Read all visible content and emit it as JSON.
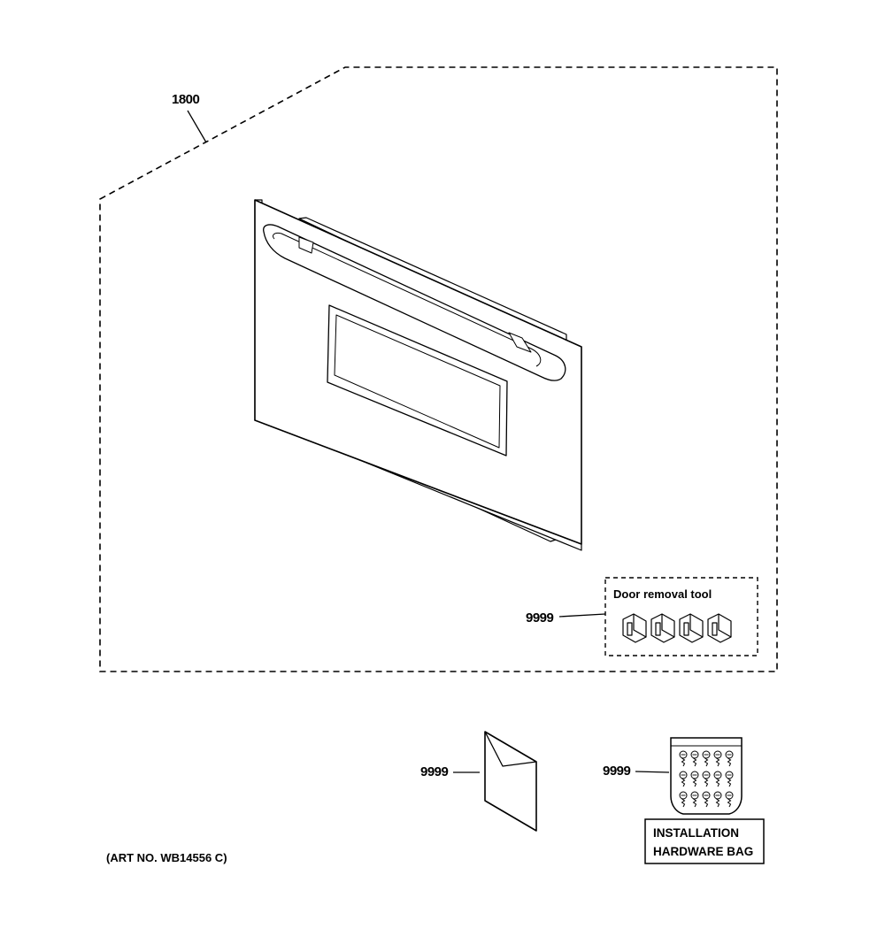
{
  "callouts": {
    "door_assembly": "1800",
    "door_removal_tool": "9999",
    "literature": "9999",
    "hardware_bag": "9999"
  },
  "labels": {
    "door_removal_tool": "Door removal tool",
    "hardware_bag_line1": "INSTALLATION",
    "hardware_bag_line2": "HARDWARE BAG"
  },
  "art_number": "(ART NO. WB14556 C)"
}
